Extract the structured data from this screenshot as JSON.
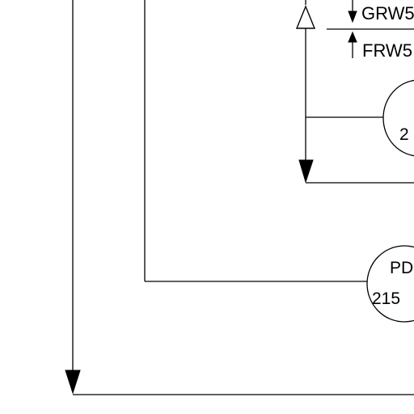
{
  "labels": {
    "line_upper": "GRW5",
    "line_lower": "FRW5"
  },
  "bubbles": {
    "top": {
      "line1": "",
      "line2": "2"
    },
    "bottom": {
      "line1": "PD",
      "line2": "215"
    }
  }
}
